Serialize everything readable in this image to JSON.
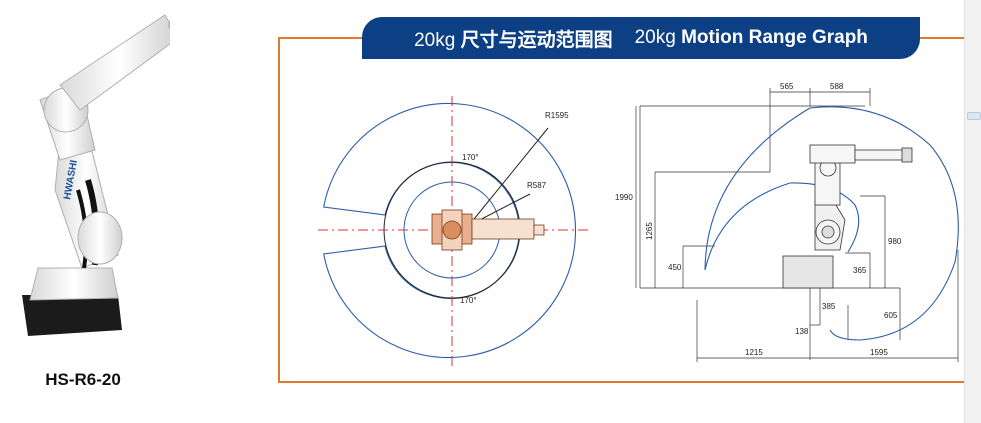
{
  "title": {
    "cn_num": "20kg",
    "cn_text": "尺寸与运动范围图",
    "en_num": "20kg",
    "en_text": "Motion Range Graph"
  },
  "robot": {
    "model": "HS-R6-20",
    "brand": "HWASHI"
  },
  "top_view": {
    "labels": {
      "outer_radius": "R1595",
      "inner_radius": "R587",
      "angle_top": "170°",
      "angle_bottom": "170°"
    }
  },
  "side_view": {
    "dims": {
      "d565": "565",
      "d588": "588",
      "d1990": "1990",
      "d1265": "1265",
      "d450": "450",
      "d980": "980",
      "d365": "365",
      "d385": "385",
      "d605": "605",
      "d138": "138",
      "d1215": "1215",
      "d1595": "1595"
    }
  },
  "colors": {
    "banner": "#0d3f85",
    "frame": "#e07a2e",
    "arc": "#2b5ea8",
    "axis": "#e03030"
  }
}
